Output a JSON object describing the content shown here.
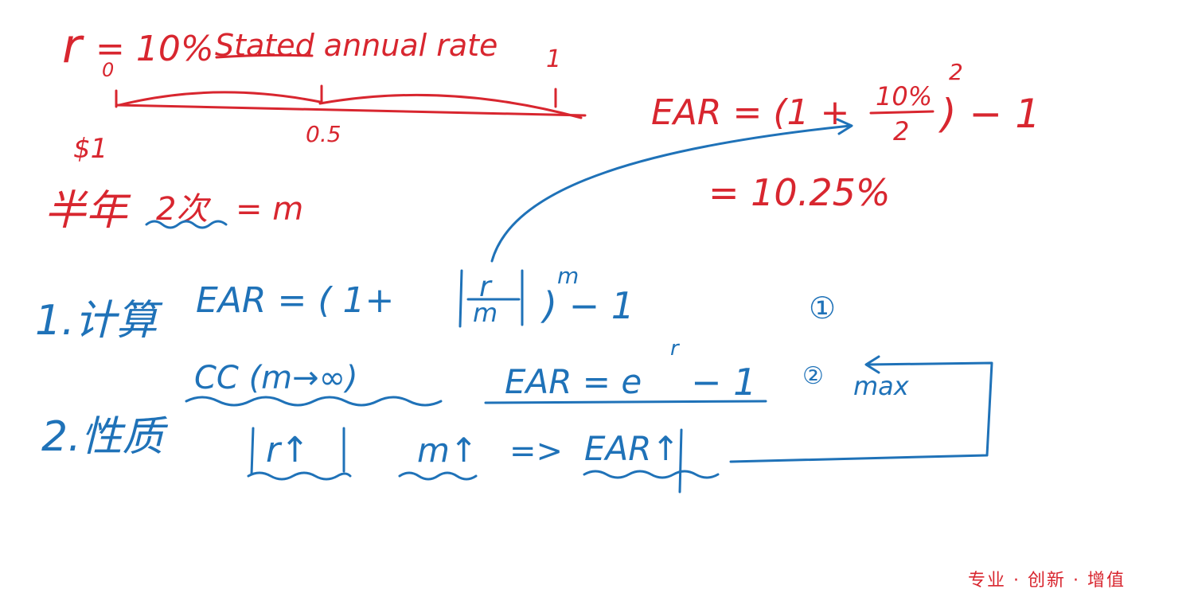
{
  "colors": {
    "red_ink": "#d8262f",
    "blue_ink": "#1f72b8",
    "background": "#ffffff"
  },
  "top_note": {
    "rate_symbol": "r",
    "rate_value": "= 10%",
    "rate_desc": "Stated annual rate",
    "timeline_start": "0",
    "timeline_mid": "0.5",
    "timeline_end": "1",
    "principal": "$1"
  },
  "example": {
    "lhs": "EAR = (1 +",
    "numerator": "10%",
    "denominator": "2",
    "exponent": "2",
    "tail": ") − 1",
    "result": "= 10.25%"
  },
  "compounding_note": {
    "label": "半年",
    "count": "2次",
    "equals_m": "= m"
  },
  "section1": {
    "title": "1.计算",
    "formula_lhs": "EAR = ( 1+",
    "frac_num": "r",
    "frac_den": "m",
    "formula_exp": "m",
    "formula_tail": ") − 1",
    "marker": "①"
  },
  "section1b": {
    "cc_label": "CC (m→∞)",
    "formula_lhs": "EAR = e",
    "formula_exp": "r",
    "formula_tail": "− 1",
    "marker": "②",
    "max_label": "max"
  },
  "section2": {
    "title": "2.性质",
    "r_box": "r↑",
    "m_up": "m↑",
    "implies": "=>",
    "ear_up": "EAR↑"
  },
  "watermark": "专业 · 创新 · 增值"
}
